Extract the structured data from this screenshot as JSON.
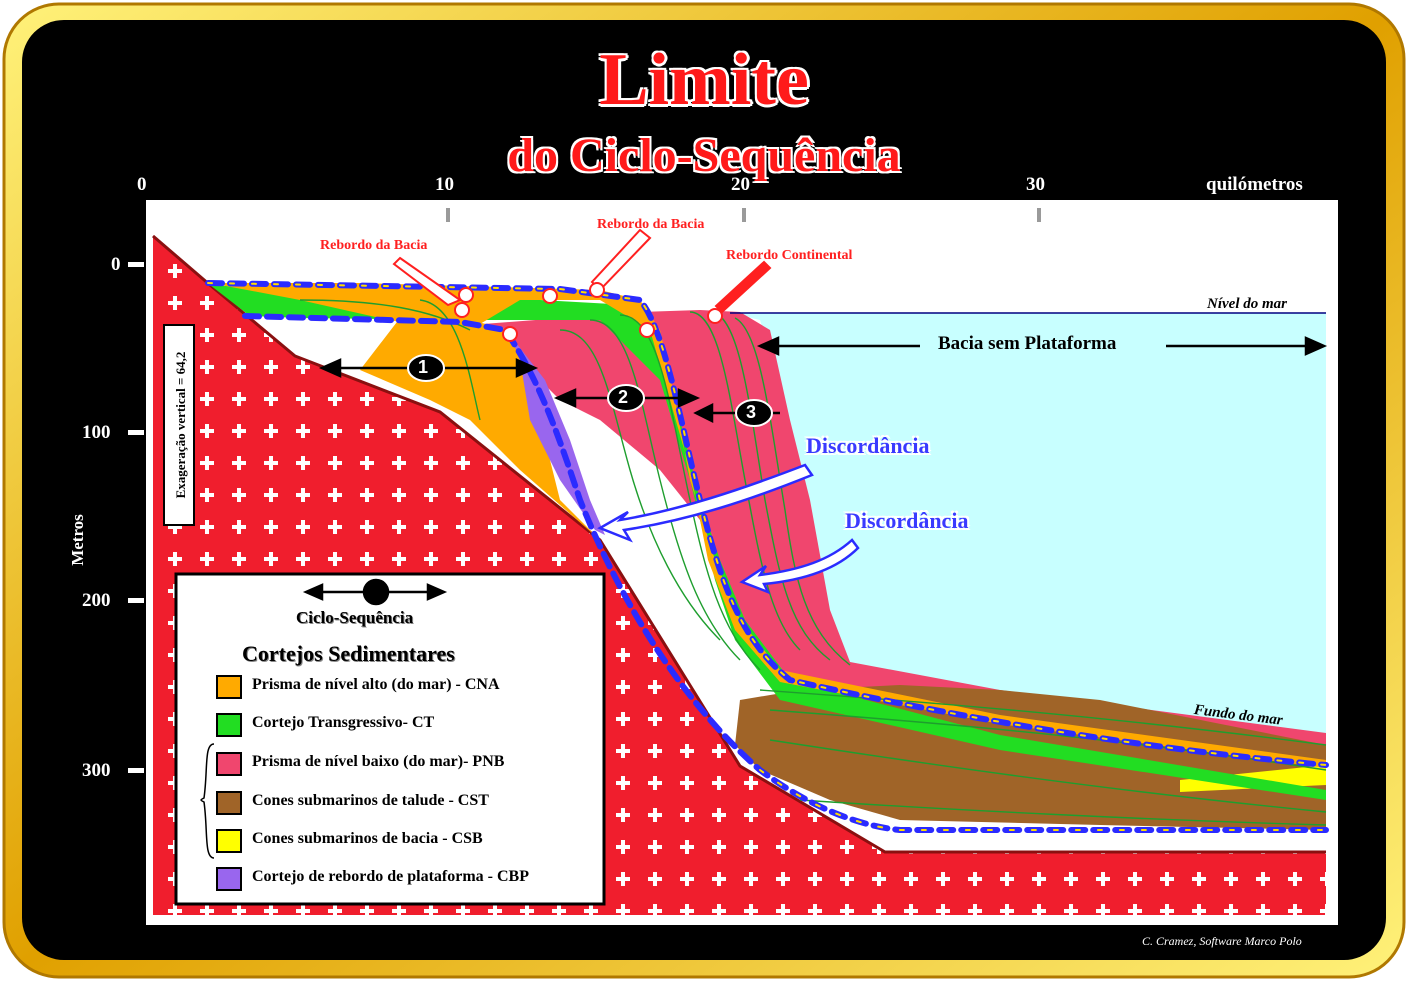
{
  "title": {
    "line1": "Limite",
    "line2": "do Ciclo-Sequência"
  },
  "km_axis": {
    "ticks": [
      "0",
      "10",
      "20",
      "30"
    ],
    "unit": "quilómetros"
  },
  "depth_axis": {
    "ticks": [
      "0",
      "100",
      "200",
      "300"
    ],
    "label": "Metros"
  },
  "vertical_exaggeration": "Exageração vertical = 64,2",
  "annotations": {
    "rebordo_bacia_1": "Rebordo da Bacia",
    "rebordo_bacia_2": "Rebordo da Bacia",
    "rebordo_continental": "Rebordo Continental",
    "nivel_do_mar": "Nível do mar",
    "bacia_sem_plataforma": "Bacia sem Plataforma",
    "discordancia_1": "Discordância",
    "discordancia_2": "Discordância",
    "fundo_do_mar": "Fundo do mar",
    "cycle_1": "1",
    "cycle_2": "2",
    "cycle_3": "3"
  },
  "legend": {
    "cycle_label": "Ciclo-Sequência",
    "heading": "Cortejos Sedimentares",
    "items": [
      {
        "label": "Prisma de nível alto (do mar) - CNA",
        "color": "#ffaa00"
      },
      {
        "label": "Cortejo Transgressivo- CT",
        "color": "#22dd22"
      },
      {
        "label": "Prisma de nível baixo (do mar)- PNB",
        "color": "#f0466e"
      },
      {
        "label": "Cones submarinos de talude - CST",
        "color": "#a06428"
      },
      {
        "label": "Cones submarinos de bacia - CSB",
        "color": "#ffff00"
      },
      {
        "label": "Cortejo de rebordo de plataforma - CBP",
        "color": "#9966ee"
      }
    ]
  },
  "credit": "C. Cramez, Software Marco Polo",
  "colors": {
    "basement": "#f01e2d",
    "water": "#c8ffff",
    "frame": "#ffcc00",
    "discordance": "#2b2bff"
  }
}
